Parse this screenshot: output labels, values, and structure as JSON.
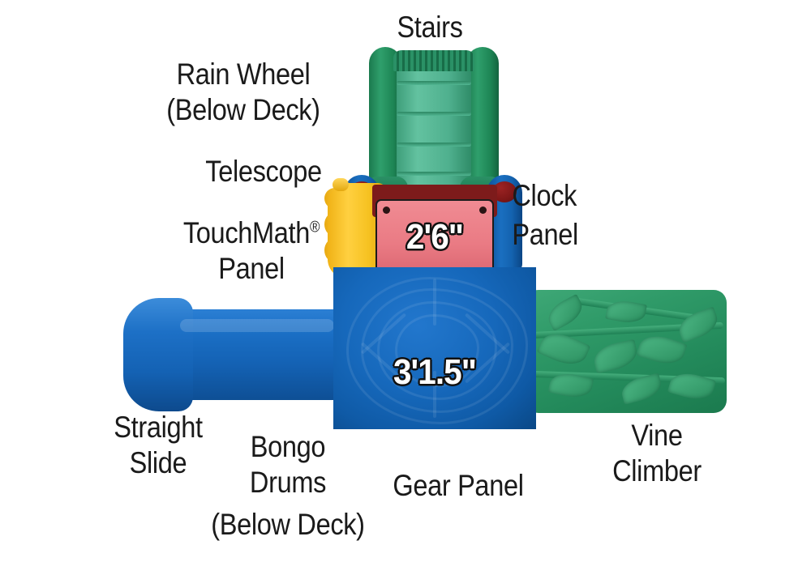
{
  "diagram": {
    "title": "Playground Structure Component Callout Diagram",
    "background_color": "#ffffff"
  },
  "labels": {
    "stairs": "Stairs",
    "rain_wheel_line1": "Rain Wheel",
    "rain_wheel_line2": "(Below Deck)",
    "telescope": "Telescope",
    "touchmath_line1": "TouchMath",
    "touchmath_mark": "®",
    "touchmath_line2": "Panel",
    "clock_line1": "Clock",
    "clock_line2": "Panel",
    "straight_slide_line1": "Straight",
    "straight_slide_line2": "Slide",
    "bongo_line1": "Bongo",
    "bongo_line2": "Drums",
    "bongo_line3": "(Below Deck)",
    "gear_panel": "Gear Panel",
    "vine_line1": "Vine",
    "vine_line2": "Climber"
  },
  "dimensions": {
    "deck_height": "2'6\"",
    "structure_height": "3'1.5\""
  },
  "colors": {
    "blue": "#1464b4",
    "blue_dark": "#0a4585",
    "green": "#1e8a5a",
    "green_light": "#4fb08e",
    "red_panel": "#ea7b84",
    "red_dark": "#7d1b1b",
    "yellow": "#f6c221",
    "cap_red": "#7e1717",
    "text": "#1a1a1a",
    "dim_text": "#ffffff",
    "dim_outline": "#111111"
  }
}
